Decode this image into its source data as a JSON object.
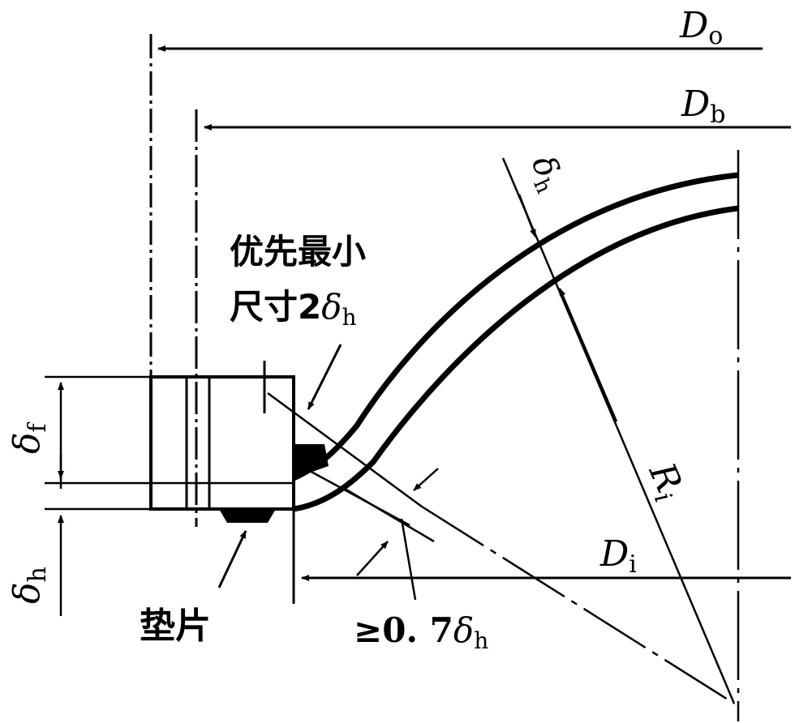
{
  "labels": {
    "Do": {
      "symbol": "D",
      "sub": "o"
    },
    "Db": {
      "symbol": "D",
      "sub": "b"
    },
    "Di": {
      "symbol": "D",
      "sub": "i"
    },
    "Ri": {
      "symbol": "R",
      "sub": "i"
    },
    "delta_h_top": {
      "symbol": "δ",
      "sub": "h"
    },
    "delta_f": {
      "symbol": "δ",
      "sub": "f"
    },
    "delta_h_left": {
      "symbol": "δ",
      "sub": "h"
    },
    "note_line1": "优先最小",
    "note_line2_prefix": "尺寸2",
    "note_line2_symbol": "δ",
    "note_line2_sub": "h",
    "gasket": "垫片",
    "min_thickness_prefix": "≥0. 7",
    "min_thickness_symbol": "δ",
    "min_thickness_sub": "h"
  }
}
